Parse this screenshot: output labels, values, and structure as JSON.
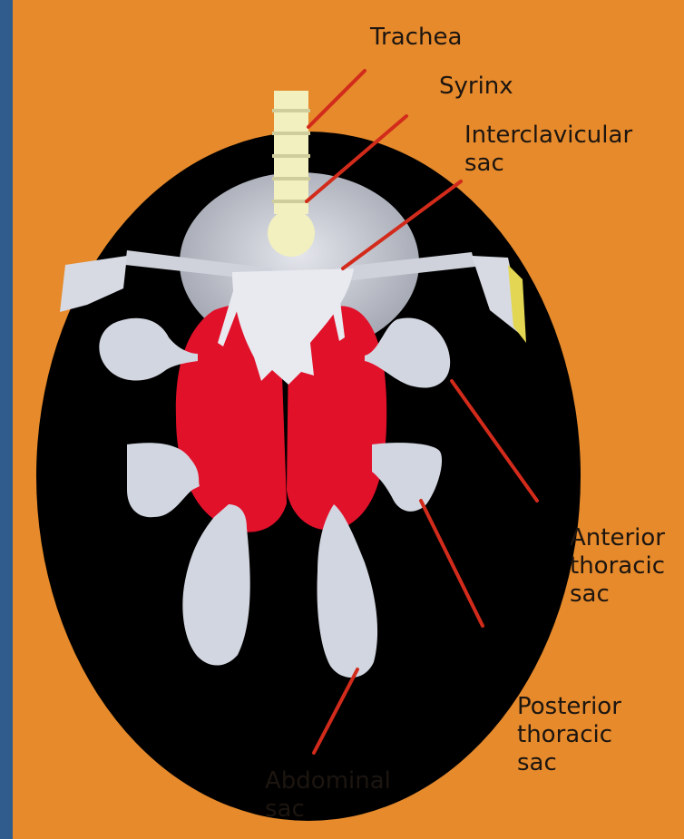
{
  "colors": {
    "frame": "#2f5c8c",
    "background": "#e68a2c",
    "body": "#000000",
    "lungs": "#e1112a",
    "air_sacs": "#d2d6e0",
    "trachea": "#f2f0bf",
    "leader_lines": "#d22b1b"
  },
  "labels": {
    "trachea": "Trachea",
    "syrinx": "Syrinx",
    "interclavicular": "Interclavicular\nsac",
    "anterior_thoracic": "Anterior\nthoracic\nsac",
    "posterior_thoracic": "Posterior\nthoracic\nsac",
    "abdominal": "Abdominal\nsac"
  }
}
